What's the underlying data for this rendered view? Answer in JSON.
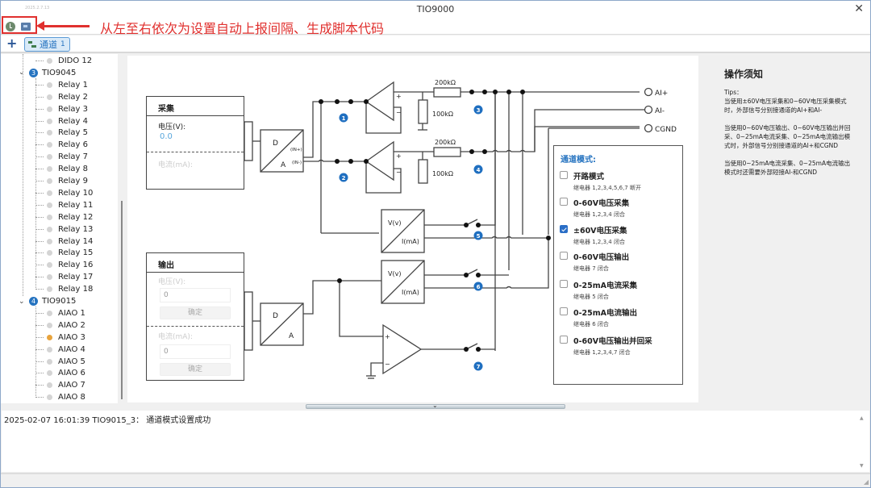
{
  "window": {
    "title": "TIO9000",
    "version": "2025.2.7.13",
    "close_icon": "close-icon"
  },
  "toolbar": {
    "left_icons": [
      "clock-icon",
      "script-icon"
    ],
    "annotation": "从左至右依次为设置自动上报间隔、生成脚本代码",
    "right_icons": [
      "wrench-icon",
      "filter-icon",
      "window-close-icon",
      "window-restore-icon"
    ]
  },
  "tabs": {
    "add_label": "+",
    "channel_tab": {
      "label": "通道",
      "index": "1"
    }
  },
  "sidebar": {
    "pre_item": "DIDO 12",
    "groups": [
      {
        "number": "3",
        "name": "TIO9045",
        "items": [
          "Relay 1",
          "Relay 2",
          "Relay 3",
          "Relay 4",
          "Relay 5",
          "Relay 6",
          "Relay 7",
          "Relay 8",
          "Relay 9",
          "Relay 10",
          "Relay 11",
          "Relay 12",
          "Relay 13",
          "Relay 14",
          "Relay 15",
          "Relay 16",
          "Relay 17",
          "Relay 18"
        ]
      },
      {
        "number": "4",
        "name": "TIO9015",
        "items": [
          "AIAO 1",
          "AIAO 2",
          "AIAO 3",
          "AIAO 4",
          "AIAO 5",
          "AIAO 6",
          "AIAO 7",
          "AIAO 8"
        ],
        "active_item": "AIAO 3"
      }
    ]
  },
  "acquire_panel": {
    "title": "采集",
    "voltage_label": "电压(V):",
    "voltage_value": "0.0",
    "current_label": "电流(mA):"
  },
  "output_panel": {
    "title": "输出",
    "voltage_label": "电压(V):",
    "voltage_value": "0",
    "voltage_confirm": "确定",
    "current_label": "电流(mA):",
    "current_value": "0",
    "current_confirm": "确定"
  },
  "diagram": {
    "dac1": {
      "d": "D",
      "a": "A",
      "in_plus": "(IN+)",
      "in_minus": "(IN-)"
    },
    "dac2": {
      "d": "D",
      "a": "A"
    },
    "vi1": {
      "v": "V(v)",
      "i": "I(mA)"
    },
    "vi2": {
      "v": "V(v)",
      "i": "I(mA)"
    },
    "r200_top": "200kΩ",
    "r100_top": "100kΩ",
    "r200_bot": "200kΩ",
    "r100_bot": "100kΩ",
    "plus": "+",
    "minus": "−",
    "terminals": [
      "AI+",
      "AI-",
      "CGND"
    ],
    "relay_numbers": [
      "1",
      "2",
      "3",
      "4",
      "5",
      "6",
      "7"
    ]
  },
  "mode_box": {
    "title": "通道模式:",
    "modes": [
      {
        "label": "开路模式",
        "desc": "继电器 1,2,3,4,5,6,7 断开",
        "checked": false
      },
      {
        "label": "0-60V电压采集",
        "desc": "继电器 1,2,3,4 闭合",
        "checked": false
      },
      {
        "label": "±60V电压采集",
        "desc": "继电器 1,2,3,4 闭合",
        "checked": true
      },
      {
        "label": "0-60V电压输出",
        "desc": "继电器 7 闭合",
        "checked": false
      },
      {
        "label": "0-25mA电流采集",
        "desc": "继电器 5 闭合",
        "checked": false
      },
      {
        "label": "0-25mA电流输出",
        "desc": "继电器 6 闭合",
        "checked": false
      },
      {
        "label": "0-60V电压输出并回采",
        "desc": "继电器 1,2,3,4,7 闭合",
        "checked": false
      }
    ]
  },
  "tips": {
    "title": "操作须知",
    "body": "Tips：\n当使用±60V电压采集和0~60V电压采集模式时，外部信号分别接通道的AI+和AI-\n\n当使用0~60V电压输出、0~60V电压输出并回采、0~25mA电流采集、0~25mA电流输出模式时，外部信号分别接通道的AI+和CGND\n\n当使用0~25mA电流采集、0~25mA电流输出模式时还需要外部短接AI-和CGND"
  },
  "log": {
    "entries": [
      "2025-02-07 16:01:39 TIO9015_3：  通道模式设置成功"
    ]
  }
}
